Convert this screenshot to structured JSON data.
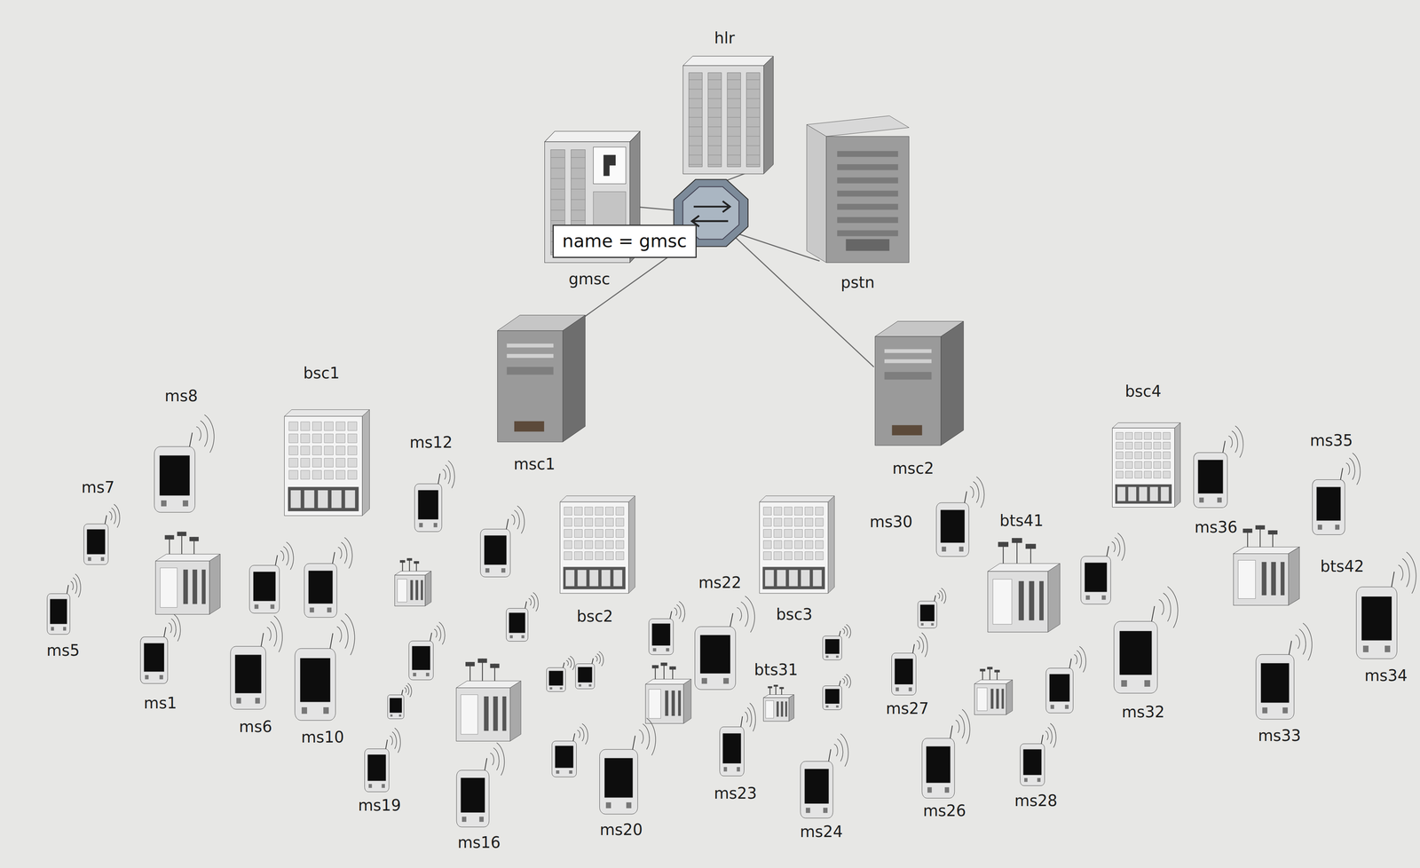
{
  "diagram": {
    "nodes": [
      {
        "text": [
          "hlr"
        ]
      },
      {
        "text": [
          "gmsc"
        ]
      },
      {
        "text": [
          "name = gmsc"
        ]
      },
      {
        "text": [
          "pstn"
        ]
      },
      {
        "text": [
          "bsc1"
        ]
      },
      {
        "text": [
          "ms8"
        ]
      },
      {
        "text": [
          "ms12"
        ]
      },
      {
        "text": [
          "msc1"
        ]
      },
      {
        "text": [
          "msc2"
        ]
      },
      {
        "text": [
          "bsc4"
        ]
      },
      {
        "text": [
          "ms35"
        ]
      },
      {
        "text": [
          "ms7"
        ]
      },
      {
        "text": [
          "ms30"
        ]
      },
      {
        "text": [
          "bts41"
        ]
      },
      {
        "text": [
          "ms36"
        ]
      },
      {
        "text": [
          "bts42"
        ]
      },
      {
        "text": [
          "ms22"
        ]
      },
      {
        "text": [
          "bsc2"
        ]
      },
      {
        "text": [
          "bsc3"
        ]
      },
      {
        "text": [
          "ms5"
        ]
      },
      {
        "text": [
          "ms34"
        ]
      },
      {
        "text": [
          "bts31"
        ]
      },
      {
        "text": [
          "ms1"
        ]
      },
      {
        "text": [
          "ms27"
        ]
      },
      {
        "text": [
          "ms32"
        ]
      },
      {
        "text": [
          "ms6"
        ]
      },
      {
        "text": [
          "ms10"
        ]
      },
      {
        "text": [
          "ms33"
        ]
      },
      {
        "text": [
          "ms23"
        ]
      },
      {
        "text": [
          "ms19"
        ]
      },
      {
        "text": [
          "ms28"
        ]
      },
      {
        "text": [
          "ms26"
        ]
      },
      {
        "text": [
          "ms20"
        ]
      },
      {
        "text": [
          "ms24"
        ]
      },
      {
        "text": [
          "ms16"
        ]
      }
    ]
  }
}
